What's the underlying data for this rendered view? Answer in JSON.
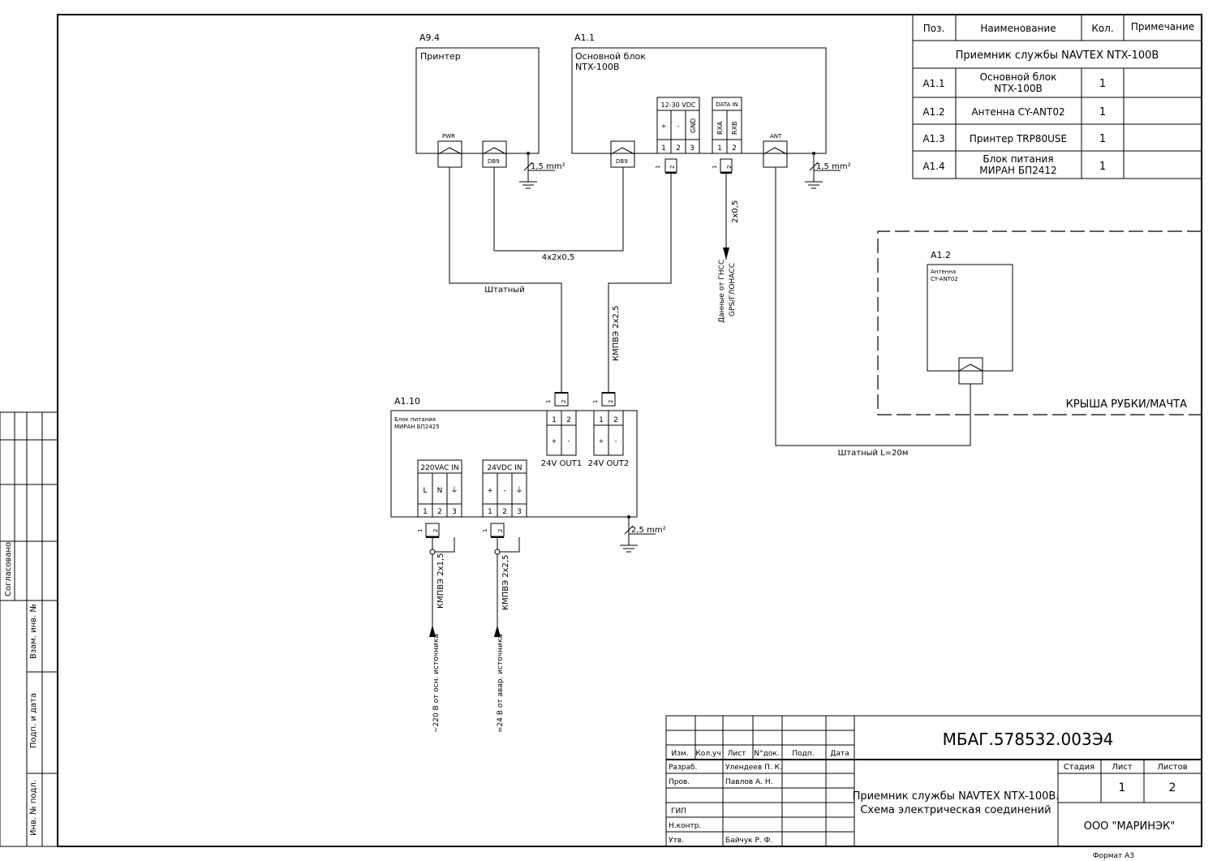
{
  "components": {
    "printer": {
      "pos": "A9.4",
      "name": "Принтер",
      "conn_pwr": "PWR",
      "conn_db9": "DB9",
      "ground": "1,5 mm²"
    },
    "main_unit": {
      "pos": "A1.1",
      "name_l1": "Основной блок",
      "name_l2": "NTX-100B",
      "conn_db9": "DB9",
      "pwr_title": "12-30 VDC",
      "pwr_pins": [
        "+",
        "-",
        "GND"
      ],
      "pwr_nums": [
        "1",
        "2",
        "3"
      ],
      "data_title": "DATA IN",
      "data_pins": [
        "RXA",
        "RXB"
      ],
      "data_nums": [
        "1",
        "2"
      ],
      "conn_ant": "ANT",
      "ground": "1,5 mm²"
    },
    "psu": {
      "pos": "A1.10",
      "name_l1": "Блок питания",
      "name_l2": "МИРАН БП2425",
      "ac_title": "220VAC IN",
      "ac_pins": [
        "L",
        "N",
        "⏚"
      ],
      "ac_nums": [
        "1",
        "2",
        "3"
      ],
      "dc_title": "24VDC IN",
      "dc_pins": [
        "+",
        "-",
        "⏚"
      ],
      "dc_nums": [
        "1",
        "2",
        "3"
      ],
      "out1": "24V OUT1",
      "out2": "24V OUT2",
      "out_pins": [
        "+",
        "-"
      ],
      "out_nums": [
        "1",
        "2"
      ],
      "ground": "2,5 mm²"
    },
    "antenna": {
      "pos": "A1.2",
      "name_l1": "Антенна",
      "name_l2": "CY-ANT02",
      "zone": "КРЫША РУБКИ/МАЧТА"
    }
  },
  "wires": {
    "db9_cable": "4x2x0,5",
    "printer_pwr": "Штатный",
    "main_pwr": "КМПВЭ 2x2,5",
    "data_cable": "2x0,5",
    "data_source_l1": "Данные от ГНСС",
    "data_source_l2": "GPS/ГЛОНАСС",
    "ant_cable": "Штатный L=20м",
    "ac_cable": "КМПВЭ 2x1,5",
    "dc_cable": "КМПВЭ 2x2,5",
    "ac_source": "~220 В от осн. источника",
    "dc_source": "=24 В от авар. источника"
  },
  "pin_labels": {
    "one": "1",
    "two": "2"
  },
  "spec_table": {
    "headers": [
      "Поз.",
      "Наименование",
      "Кол.",
      "Примечание"
    ],
    "group": "Приемник службы NAVTEX NTX-100B",
    "rows": [
      {
        "pos": "A1.1",
        "name_l1": "Основной блок",
        "name_l2": "NTX-100B",
        "qty": "1"
      },
      {
        "pos": "A1.2",
        "name_l1": "Антенна CY-ANT02",
        "name_l2": "",
        "qty": "1"
      },
      {
        "pos": "A1.3",
        "name_l1": "Принтер TRP80USE",
        "name_l2": "",
        "qty": "1"
      },
      {
        "pos": "A1.4",
        "name_l1": "Блок питания",
        "name_l2": "МИРАН БП2412",
        "qty": "1"
      }
    ]
  },
  "side_stamp": {
    "agreed": "Согласовано",
    "vzam": "Взам. инв. №",
    "podp": "Подп. и дата",
    "inv": "Инв. № подл."
  },
  "title_block": {
    "doc_code": "МБАГ.578532.003Э4",
    "col_headers": [
      "Изм.",
      "Кол.уч",
      "Лист",
      "N°док.",
      "Подп.",
      "Дата"
    ],
    "roles": [
      {
        "role": "Разраб.",
        "name": "Улендеев П. К."
      },
      {
        "role": "Пров.",
        "name": "Павлов А. Н."
      },
      {
        "role": "",
        "name": ""
      },
      {
        "role": "ГИП",
        "name": ""
      },
      {
        "role": "Н.контр.",
        "name": ""
      },
      {
        "role": "Утв.",
        "name": "Байчук Р. Ф."
      }
    ],
    "title_l1": "Приемник службы NAVTEX NTX-100B.",
    "title_l2": "Схема электрическая соединений",
    "stage_label": "Стадия",
    "sheet_label": "Лист",
    "sheets_label": "Листов",
    "stage": "",
    "sheet": "1",
    "sheets": "2",
    "company": "ООО \"МАРИНЭК\"",
    "format": "Формат А3"
  }
}
